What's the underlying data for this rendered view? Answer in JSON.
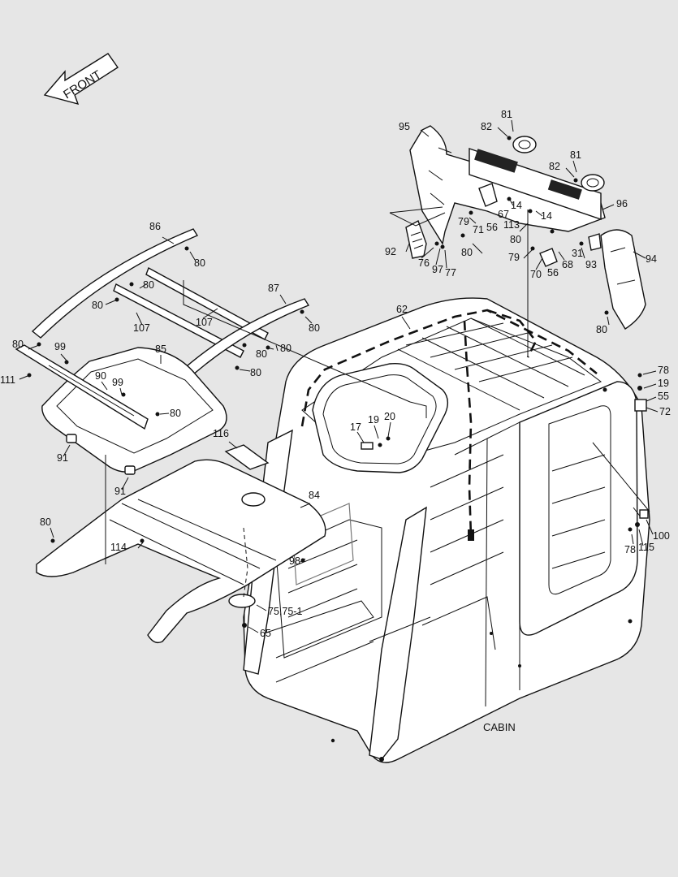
{
  "title": "CABIN",
  "front_label": "FRONT",
  "callouts": [
    {
      "id": "c-81a",
      "text": "81"
    },
    {
      "id": "c-82a",
      "text": "82"
    },
    {
      "id": "c-95",
      "text": "95"
    },
    {
      "id": "c-81b",
      "text": "81"
    },
    {
      "id": "c-82b",
      "text": "82"
    },
    {
      "id": "c-96",
      "text": "96"
    },
    {
      "id": "c-14a",
      "text": "14"
    },
    {
      "id": "c-14b",
      "text": "14"
    },
    {
      "id": "c-67",
      "text": "67"
    },
    {
      "id": "c-79a",
      "text": "79"
    },
    {
      "id": "c-56a",
      "text": "56"
    },
    {
      "id": "c-71",
      "text": "71"
    },
    {
      "id": "c-113",
      "text": "113"
    },
    {
      "id": "c-80a",
      "text": "80"
    },
    {
      "id": "c-92",
      "text": "92"
    },
    {
      "id": "c-80b",
      "text": "80"
    },
    {
      "id": "c-76",
      "text": "76"
    },
    {
      "id": "c-97",
      "text": "97"
    },
    {
      "id": "c-77",
      "text": "77"
    },
    {
      "id": "c-79b",
      "text": "79"
    },
    {
      "id": "c-68",
      "text": "68"
    },
    {
      "id": "c-31",
      "text": "31"
    },
    {
      "id": "c-93",
      "text": "93"
    },
    {
      "id": "c-94",
      "text": "94"
    },
    {
      "id": "c-70",
      "text": "70"
    },
    {
      "id": "c-56b",
      "text": "56"
    },
    {
      "id": "c-80c",
      "text": "80"
    },
    {
      "id": "c-86",
      "text": "86"
    },
    {
      "id": "c-80d",
      "text": "80"
    },
    {
      "id": "c-80e",
      "text": "80"
    },
    {
      "id": "c-80f",
      "text": "80"
    },
    {
      "id": "c-107a",
      "text": "107"
    },
    {
      "id": "c-107b",
      "text": "107"
    },
    {
      "id": "c-87",
      "text": "87"
    },
    {
      "id": "c-80g",
      "text": "80"
    },
    {
      "id": "c-62",
      "text": "62"
    },
    {
      "id": "c-80h",
      "text": "80"
    },
    {
      "id": "c-99a",
      "text": "99"
    },
    {
      "id": "c-85",
      "text": "85"
    },
    {
      "id": "c-80i",
      "text": "80"
    },
    {
      "id": "c-80j",
      "text": "80"
    },
    {
      "id": "c-111",
      "text": "111"
    },
    {
      "id": "c-90",
      "text": "90"
    },
    {
      "id": "c-99b",
      "text": "99"
    },
    {
      "id": "c-80k",
      "text": "80"
    },
    {
      "id": "c-80l",
      "text": "80"
    },
    {
      "id": "c-78a",
      "text": "78"
    },
    {
      "id": "c-19a",
      "text": "19"
    },
    {
      "id": "c-55",
      "text": "55"
    },
    {
      "id": "c-72",
      "text": "72"
    },
    {
      "id": "c-17",
      "text": "17"
    },
    {
      "id": "c-19b",
      "text": "19"
    },
    {
      "id": "c-20",
      "text": "20"
    },
    {
      "id": "c-116",
      "text": "116"
    },
    {
      "id": "c-91a",
      "text": "91"
    },
    {
      "id": "c-91b",
      "text": "91"
    },
    {
      "id": "c-84",
      "text": "84"
    },
    {
      "id": "c-80m",
      "text": "80"
    },
    {
      "id": "c-114",
      "text": "114"
    },
    {
      "id": "c-98",
      "text": "98"
    },
    {
      "id": "c-100",
      "text": "100"
    },
    {
      "id": "c-78b",
      "text": "78"
    },
    {
      "id": "c-115",
      "text": "115"
    },
    {
      "id": "c-75",
      "text": "75,75-1"
    },
    {
      "id": "c-65",
      "text": "65"
    }
  ]
}
